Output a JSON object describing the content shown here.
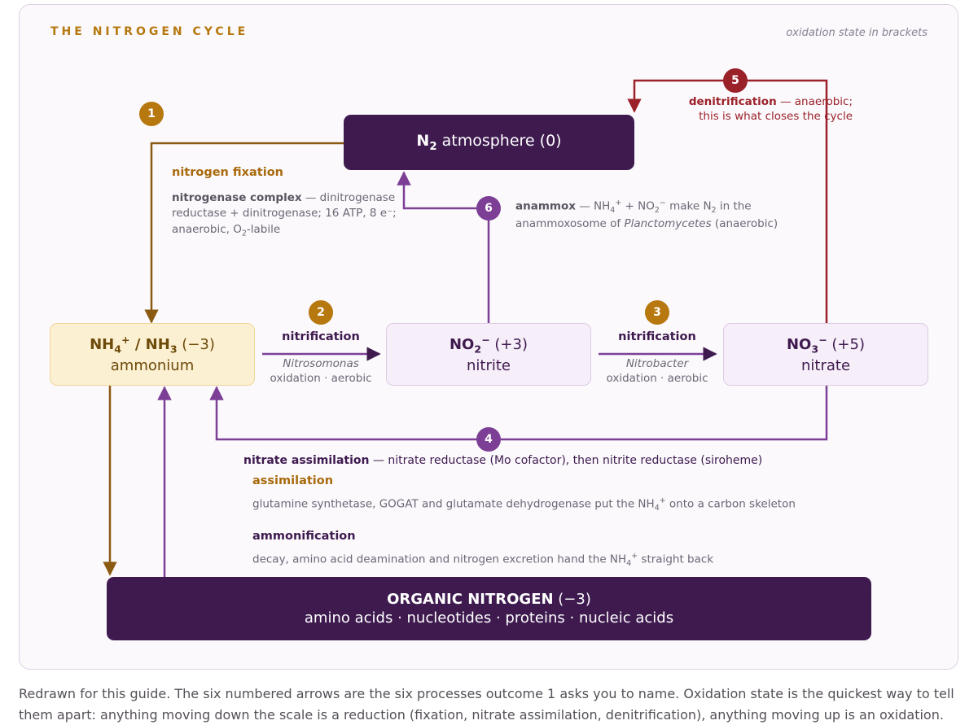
{
  "header": {
    "title": "THE NITROGEN CYCLE",
    "note": "oxidation state in brackets"
  },
  "nodes": {
    "n2": {
      "formula": "N",
      "sub": "2",
      "rest": " atmosphere (0)"
    },
    "ammonium": {
      "formula_a": "NH",
      "sub_a": "4",
      "sup_a": "+",
      "sep": " / NH",
      "sub_b": "3",
      "ox": " (−3)",
      "name": "ammonium"
    },
    "nitrite": {
      "formula": "NO",
      "sub": "2",
      "sup": "−",
      "ox": " (+3)",
      "name": "nitrite"
    },
    "nitrate": {
      "formula": "NO",
      "sub": "3",
      "sup": "−",
      "ox": " (+5)",
      "name": "nitrate"
    },
    "organic": {
      "title": "ORGANIC NITROGEN",
      "ox": " (−3)",
      "subtitle": "amino acids · nucleotides · proteins · nucleic acids"
    }
  },
  "badges": [
    "1",
    "2",
    "3",
    "4",
    "5",
    "6"
  ],
  "processes": {
    "fixation": {
      "title": "nitrogen fixation",
      "bold": "nitrogenase complex",
      "text1": " — dinitrogenase",
      "text2": "reductase + dinitrogenase; 16 ATP, 8 e⁻;",
      "text3a": "anaerobic, O",
      "text3sub": "2",
      "text3b": "-labile"
    },
    "nitrification1": {
      "title": "nitrification",
      "organism": "Nitrosomonas",
      "detail": "oxidation · aerobic"
    },
    "nitrification2": {
      "title": "nitrification",
      "organism": "Nitrobacter",
      "detail": "oxidation · aerobic"
    },
    "denitrification": {
      "bold": "denitrification",
      "text1": " — anaerobic;",
      "text2": "this is what closes the cycle"
    },
    "anammox": {
      "bold": "anammox",
      "t1": " — NH",
      "t1sub": "4",
      "t1sup": "+",
      "t2": " + NO",
      "t2sub": "2",
      "t2sup": "−",
      "t3": " make N",
      "t3sub": "2",
      "t4": " in the",
      "t5": "anammoxosome of ",
      "organism": "Planctomycetes",
      "t6": " (anaerobic)"
    },
    "assimilation_nitrate": {
      "bold": "nitrate assimilation",
      "text": " — nitrate reductase (Mo cofactor), then nitrite reductase (siroheme)"
    },
    "assimilation": {
      "title": "assimilation",
      "t1": "glutamine synthetase, GOGAT and glutamate dehydrogenase put the NH",
      "sub": "4",
      "sup": "+",
      "t2": " onto a carbon skeleton"
    },
    "ammonification": {
      "title": "ammonification",
      "t1": "decay, amino acid deamination and nitrogen excretion hand the NH",
      "sub": "4",
      "sup": "+",
      "t2": " straight back"
    }
  },
  "colors": {
    "amber": "#b6780f",
    "purple": "#7d3f96",
    "red": "#9b2129",
    "dark_purple": "#3e1a4f",
    "brown": "#8b5a12"
  },
  "footer": {
    "line1": "Redrawn for this guide. The six numbered arrows are the six processes outcome 1 asks you to name. Oxidation state is the quickest way to tell",
    "line2": "them apart: anything moving down the scale is a reduction (fixation, nitrate assimilation, denitrification), anything moving up is an oxidation."
  }
}
